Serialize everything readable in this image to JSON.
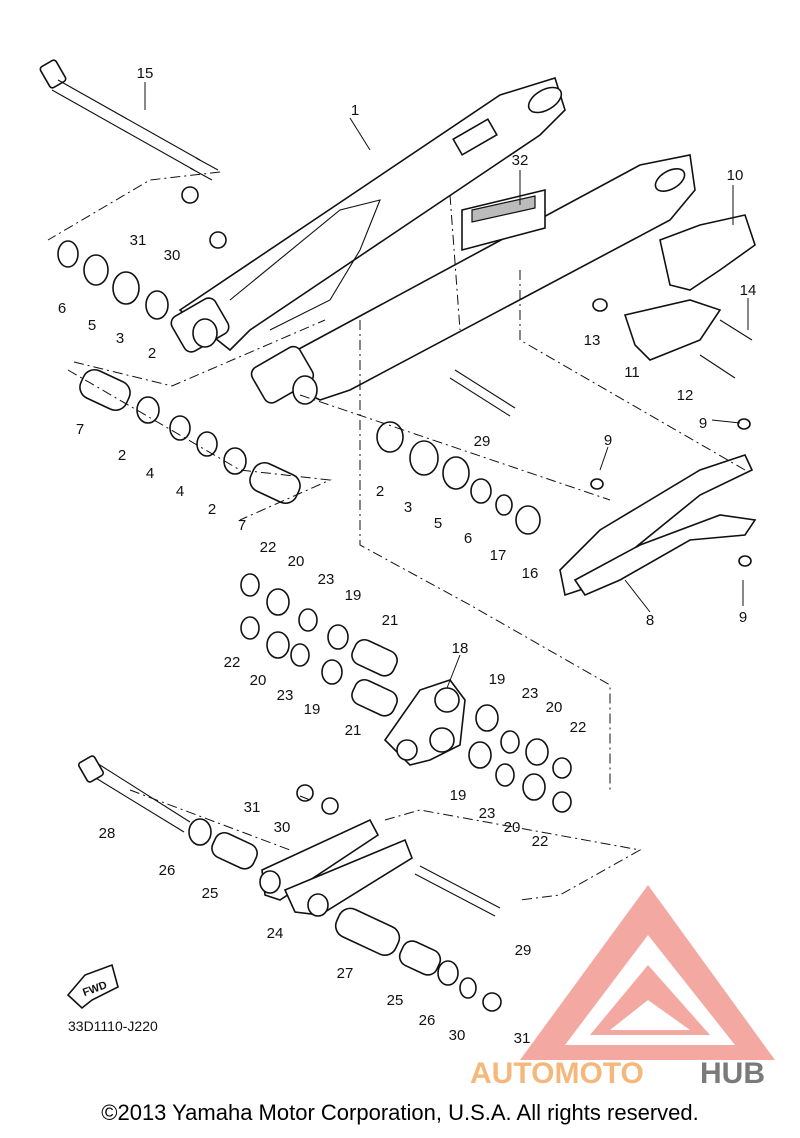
{
  "diagram": {
    "code": "33D1110-J220",
    "fwd_label": "FWD",
    "copyright": "©2013 Yamaha Motor Corporation, U.S.A. All rights reserved.",
    "watermark": {
      "part1": "AUTOMOTO",
      "part2": "HUB",
      "color_primary": "#f08080",
      "color_secondary": "#f5b87a",
      "color_hub": "#7a7a7a"
    },
    "callouts": [
      "1",
      "2",
      "3",
      "4",
      "5",
      "6",
      "7",
      "8",
      "9",
      "10",
      "11",
      "12",
      "13",
      "14",
      "15",
      "16",
      "17",
      "18",
      "19",
      "20",
      "21",
      "22",
      "23",
      "24",
      "25",
      "26",
      "27",
      "28",
      "29",
      "30",
      "31",
      "32"
    ]
  }
}
